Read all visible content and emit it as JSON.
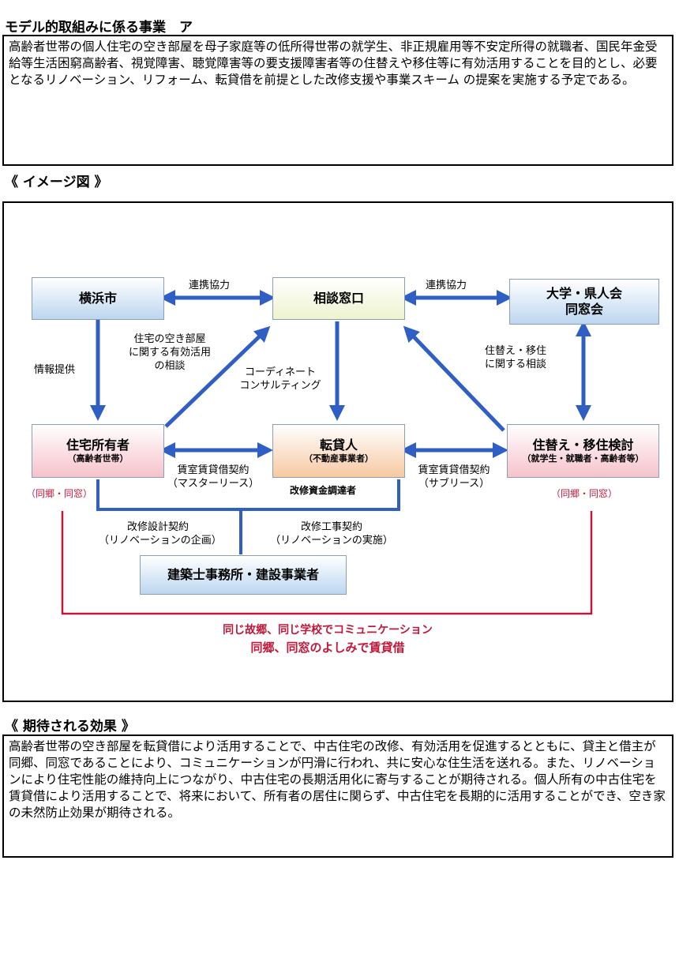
{
  "section1": {
    "title": "モデル的取組みに係る事業　ア",
    "body": "高齢者世帯の個人住宅の空き部屋を母子家庭等の低所得世帯の就学生、非正規雇用等不安定所得の就職者、国民年金受給等生活困窮高齢者、視覚障害、聴覚障害等の要支援障害者等の住替えや移住等に有効活用することを目的とし、必要となるリノベーション、リフォーム、転貸借を前提とした改修支援や事業スキーム の提案を実施する予定である。"
  },
  "section2": {
    "title": "《 イメージ図 》"
  },
  "diagram": {
    "nodes": {
      "yokohama": "横浜市",
      "soudan": "相談窓口",
      "daigaku_line1": "大学・県人会",
      "daigaku_line2": "同窓会",
      "owner": "住宅所有者",
      "owner_sub": "（高齢者世帯）",
      "tentaijin": "転貸人",
      "tentaijin_sub": "（不動産事業者）",
      "sumikae": "住替え・移住検討",
      "sumikae_sub": "（就学生・就職者・高齢者等）",
      "kenchiku": "建築士事務所・建設事業者"
    },
    "labels": {
      "renkei1": "連携協力",
      "renkei2": "連携協力",
      "johoteikyo": "情報提供",
      "akibeya_1": "住宅の空き部屋",
      "akibeya_2": "に関する有効活用",
      "akibeya_3": "の相談",
      "coordinate_1": "コーディネート",
      "coordinate_2": "コンサルティング",
      "sumikae_soudan_1": "住替え・移住",
      "sumikae_soudan_2": "に関する相談",
      "master_1": "賃室賃貸借契約",
      "master_2": "（マスターリース）",
      "sub_1": "賃室賃貸借契約",
      "sub_2": "（サブリース）",
      "shikin": "改修資金調達者",
      "doukyo_left": "（同郷・同窓）",
      "doukyo_right": "（同郷・同窓）",
      "sekkei_1": "改修設計契約",
      "sekkei_2": "（リノベーションの企画）",
      "kouji_1": "改修工事契約",
      "kouji_2": "（リノベーションの実施）",
      "bottom_1": "同じ故郷、同じ学校でコミュニケーション",
      "bottom_2": "同郷、同窓のよしみで賃貸借"
    }
  },
  "section3": {
    "title": "《 期待される効果 》",
    "body": "高齢者世帯の空き部屋を転貸借により活用することで、中古住宅の改修、有効活用を促進するとともに、貸主と借主が同郷、同窓であることにより、コミュニケーションが円滑に行われ、共に安心な住生活を送れる。また、リノベーションにより住宅性能の維持向上につながり、中古住宅の長期活用化に寄与することが期待される。個人所有の中古住宅を賃貸借により活用することで、将来において、所有者の居住に関らず、中古住宅を長期的に活用することができ、空き家の未然防止効果が期待される。"
  },
  "colors": {
    "arrow_blue": "#2f5fc4",
    "line_red": "#c0183a"
  }
}
